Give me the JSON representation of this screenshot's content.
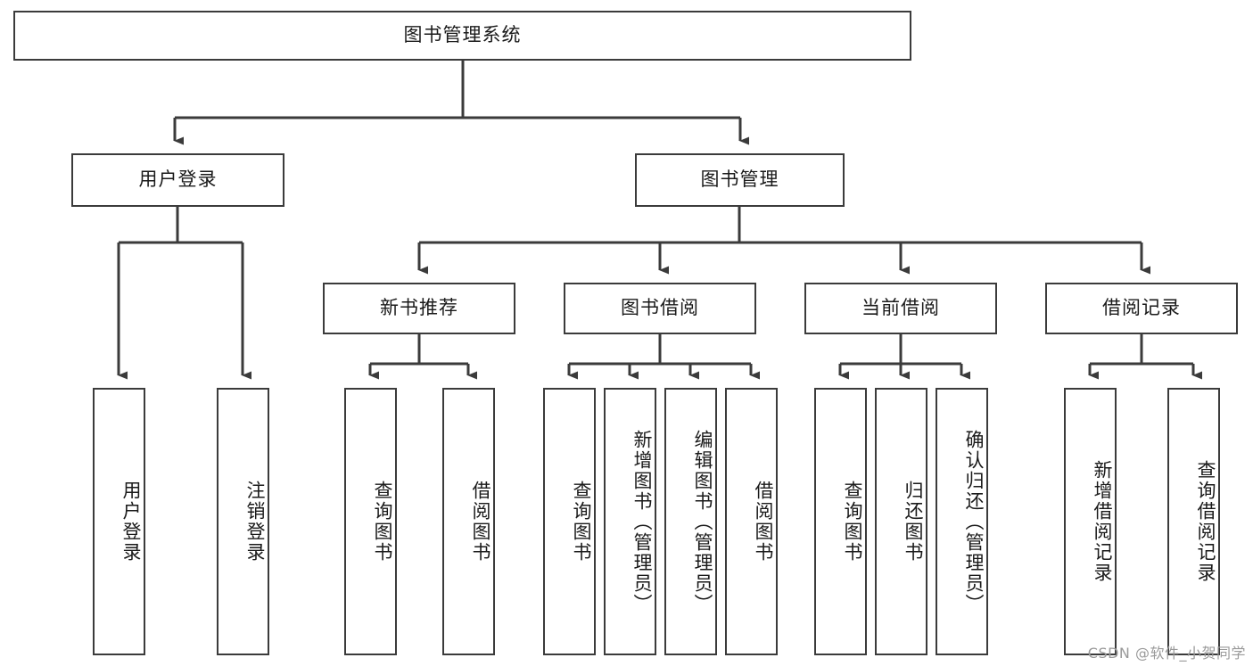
{
  "diagram": {
    "type": "tree",
    "title": "图书管理系统",
    "watermark": "CSDN @软件_小贺同学",
    "colors": {
      "stroke": "#3b3b3b",
      "fill": "#ffffff",
      "text": "#1a1a1a",
      "watermark": "#9a9a9a"
    },
    "nodes": {
      "root": {
        "label": "图书管理系统",
        "orientation": "horizontal"
      },
      "level1": [
        {
          "id": "user_login",
          "label": "用户登录",
          "orientation": "horizontal"
        },
        {
          "id": "book_manage",
          "label": "图书管理",
          "orientation": "horizontal"
        }
      ],
      "level2": [
        {
          "id": "new_book_rec",
          "label": "新书推荐",
          "orientation": "horizontal"
        },
        {
          "id": "book_borrow",
          "label": "图书借阅",
          "orientation": "horizontal"
        },
        {
          "id": "current_borrow",
          "label": "当前借阅",
          "orientation": "horizontal"
        },
        {
          "id": "borrow_record",
          "label": "借阅记录",
          "orientation": "horizontal"
        }
      ],
      "leaves": [
        {
          "id": "leaf_user_login",
          "label": "用户登录",
          "parent": "user_login",
          "orientation": "vertical"
        },
        {
          "id": "leaf_logout",
          "label": "注销登录",
          "parent": "user_login",
          "orientation": "vertical"
        },
        {
          "id": "leaf_query_book_1",
          "label": "查询图书",
          "parent": "new_book_rec",
          "orientation": "vertical"
        },
        {
          "id": "leaf_borrow_book_1",
          "label": "借阅图书",
          "parent": "new_book_rec",
          "orientation": "vertical"
        },
        {
          "id": "leaf_query_book_2",
          "label": "查询图书",
          "parent": "book_borrow",
          "orientation": "vertical"
        },
        {
          "id": "leaf_add_book",
          "label": "新增图书（管理员）",
          "parent": "book_borrow",
          "orientation": "vertical"
        },
        {
          "id": "leaf_edit_book",
          "label": "编辑图书（管理员）",
          "parent": "book_borrow",
          "orientation": "vertical"
        },
        {
          "id": "leaf_borrow_book_2",
          "label": "借阅图书",
          "parent": "book_borrow",
          "orientation": "vertical"
        },
        {
          "id": "leaf_query_book_3",
          "label": "查询图书",
          "parent": "current_borrow",
          "orientation": "vertical"
        },
        {
          "id": "leaf_return_book",
          "label": "归还图书",
          "parent": "current_borrow",
          "orientation": "vertical"
        },
        {
          "id": "leaf_confirm_return",
          "label": "确认归还（管理员）",
          "parent": "current_borrow",
          "orientation": "vertical"
        },
        {
          "id": "leaf_add_record",
          "label": "新增借阅记录",
          "parent": "borrow_record",
          "orientation": "vertical"
        },
        {
          "id": "leaf_query_record",
          "label": "查询借阅记录",
          "parent": "borrow_record",
          "orientation": "vertical"
        }
      ]
    }
  }
}
